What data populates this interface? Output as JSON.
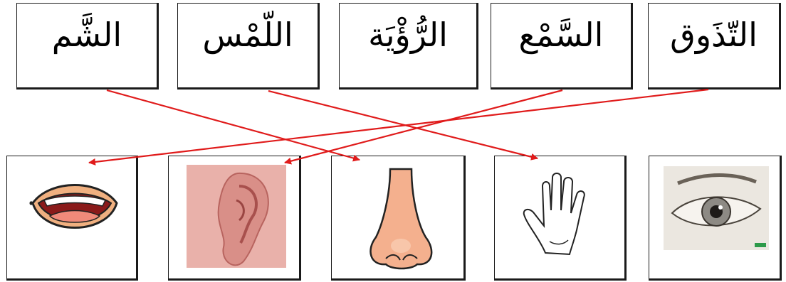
{
  "words": [
    {
      "text": "الشَّم"
    },
    {
      "text": "اللّمْس"
    },
    {
      "text": "الرُّؤْيَة"
    },
    {
      "text": "السَّمْع"
    },
    {
      "text": "التّذَوق"
    }
  ],
  "pictures": [
    {
      "icon": "mouth-icon"
    },
    {
      "icon": "ear-icon"
    },
    {
      "icon": "nose-icon"
    },
    {
      "icon": "hand-icon"
    },
    {
      "icon": "eye-icon"
    }
  ],
  "arrow_color": "#e01b1b"
}
